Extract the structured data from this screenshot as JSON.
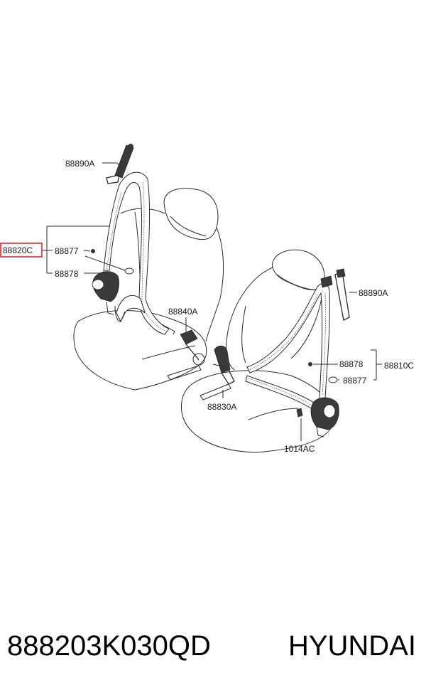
{
  "labels": {
    "a_88890A": "88890A",
    "a_88820C": "88820C",
    "a_88877": "88877",
    "a_88878": "88878",
    "a_88840A": "88840A",
    "b_88890A": "88890A",
    "b_88878": "88878",
    "b_88810C": "88810C",
    "b_88877": "88877",
    "b_88830A": "88830A",
    "b_1014AC": "1014AC"
  },
  "highlight_color": "#e0191c",
  "footer": {
    "part_number": "888203K030QD",
    "brand": "HYUNDAI"
  }
}
